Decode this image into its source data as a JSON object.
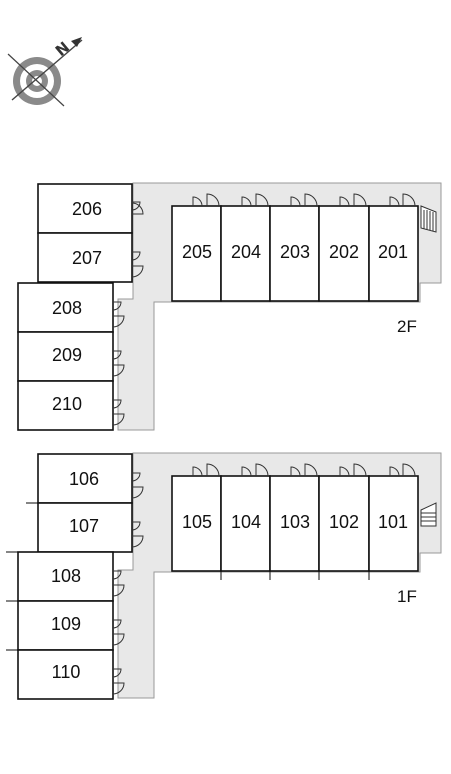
{
  "compass": {
    "label": "N",
    "icon": "compass-rose-icon"
  },
  "floors": [
    {
      "id": "2f",
      "label": "2F",
      "left_rooms": [
        "206",
        "207",
        "208",
        "209",
        "210"
      ],
      "row_rooms": [
        "205",
        "204",
        "203",
        "202",
        "201"
      ],
      "stair_icon": "stairs-icon"
    },
    {
      "id": "1f",
      "label": "1F",
      "left_rooms": [
        "106",
        "107",
        "108",
        "109",
        "110"
      ],
      "row_rooms": [
        "105",
        "104",
        "103",
        "102",
        "101"
      ],
      "stair_icon": "stairs-icon"
    }
  ],
  "colors": {
    "corridor": "#e8e8e8",
    "corridor_edge": "#999999",
    "wall": "#111111"
  }
}
